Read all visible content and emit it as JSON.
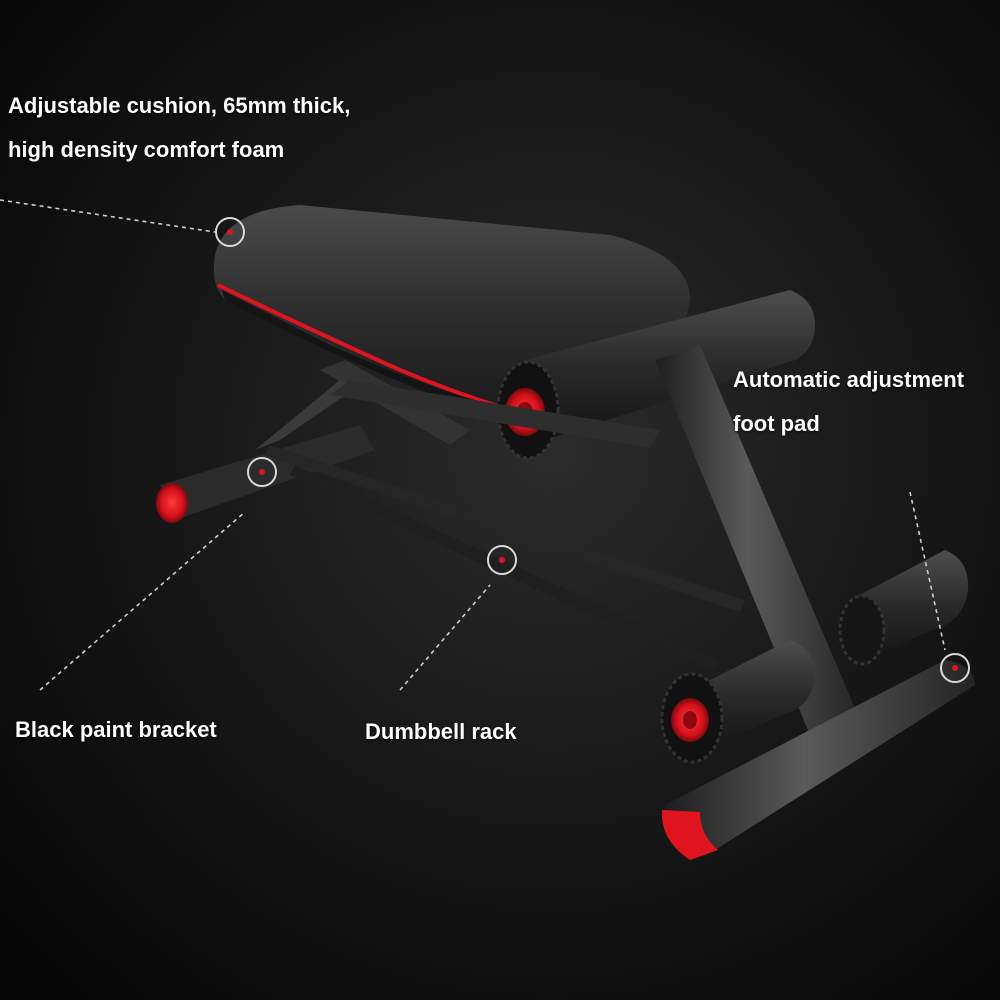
{
  "callouts": {
    "cushion": {
      "line1": "Adjustable cushion, 65mm thick,",
      "line2": "high density comfort foam"
    },
    "footpad": {
      "line1": "Automatic adjustment",
      "line2": "foot pad"
    },
    "bracket": {
      "text": "Black paint bracket"
    },
    "rack": {
      "text": "Dumbbell rack"
    }
  },
  "colors": {
    "background": "#111111",
    "frame": "#3a3a3a",
    "cushion": "#2a2a2a",
    "accent_red": "#e0141e",
    "text": "#ffffff"
  },
  "icons": [
    "marker-icon"
  ]
}
